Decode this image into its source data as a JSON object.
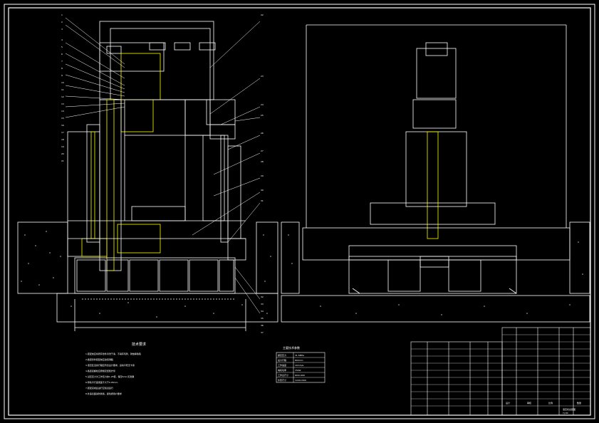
{
  "drawing": {
    "left_balloon_labels": [
      "1",
      "2",
      "3",
      "4",
      "5",
      "6",
      "7",
      "8",
      "9",
      "10",
      "11",
      "12",
      "13",
      "14",
      "15",
      "16",
      "17",
      "18",
      "19",
      "20",
      "21"
    ],
    "right_balloon_labels": [
      "22",
      "23",
      "24",
      "25",
      "26",
      "27",
      "28",
      "29",
      "30",
      "31",
      "32",
      "33",
      "34",
      "35",
      "36",
      "37"
    ],
    "tech_requirements_title": "技术要求",
    "tech_requirements_lines": [
      "1.装配前应将所有零件清洗干净，不得有毛刺、锈蚀等缺陷",
      "2.各密封件装配前应涂润滑脂",
      "3.液压缸活塞行程应符合设计要求，运动平稳无卡滞",
      "4.各连接螺栓应按规定扭矩拧紧",
      "5.试压压力为工作压力的1.25倍，保压5min无泄漏",
      "6.导轨平行度误差不大于0.05mm",
      "7.装配完成后进行空载试运行",
      "8.外露表面涂防锈漆，颜色按用户要求"
    ],
    "param_table_title": "主要技术参数",
    "param_rows": [
      [
        "额定压力",
        "31.5MPa"
      ],
      [
        "最大行程",
        "800mm"
      ],
      [
        "工作速度",
        "10mm/s"
      ],
      [
        "电机功率",
        "15kW"
      ],
      [
        "工作台尺寸",
        "600×400"
      ],
      [
        "外形尺寸",
        "1200×900"
      ]
    ],
    "title_block": {
      "designer_col": "设计",
      "checker_col": "审核",
      "scale_col": "比例",
      "qty_col": "数量",
      "drawing_name": "液压机总装图",
      "drawing_no": "YJ-00"
    }
  }
}
